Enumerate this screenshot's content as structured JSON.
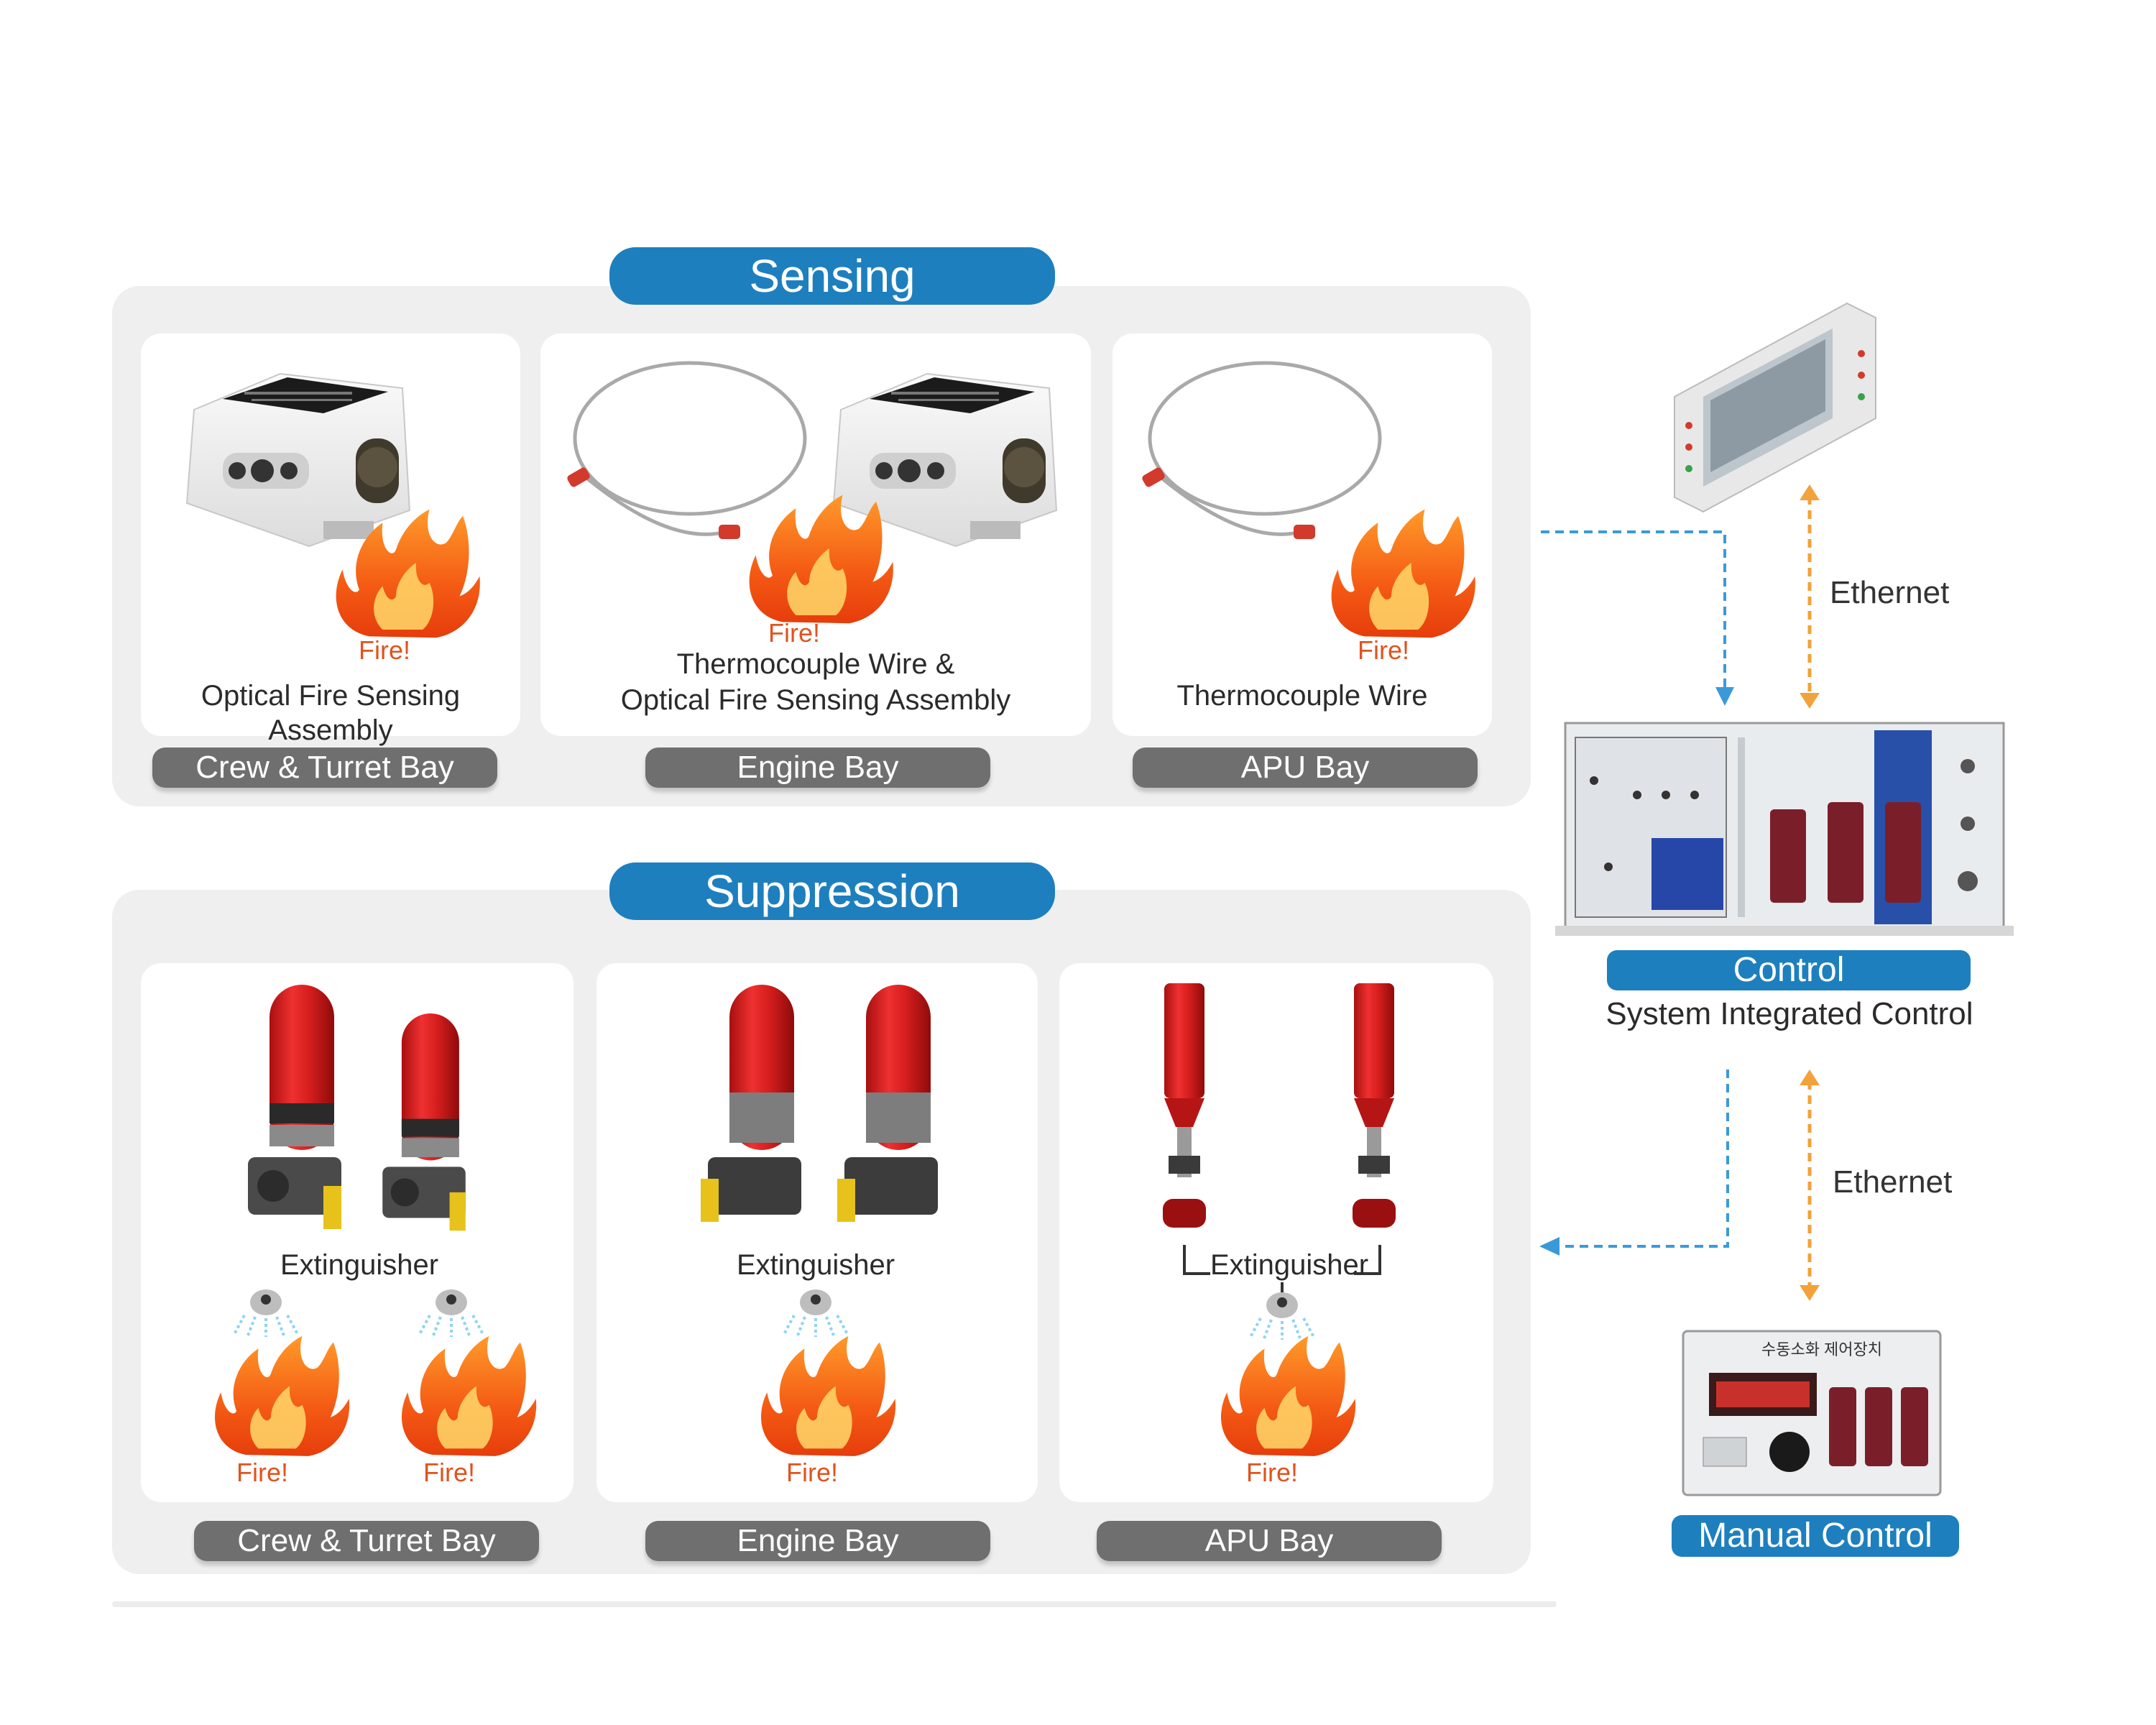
{
  "sensing": {
    "title": "Sensing",
    "cards": [
      {
        "fire": "Fire!",
        "caption_lines": [
          "Optical Fire Sensing Assembly"
        ],
        "bay": "Crew & Turret Bay"
      },
      {
        "fire": "Fire!",
        "caption_lines": [
          "Thermocouple Wire &",
          "Optical Fire Sensing Assembly"
        ],
        "bay": "Engine Bay"
      },
      {
        "fire": "Fire!",
        "caption_lines": [
          "Thermocouple Wire"
        ],
        "bay": "APU Bay"
      }
    ]
  },
  "suppression": {
    "title": "Suppression",
    "cards": [
      {
        "extinguisher": "Extinguisher",
        "fires": [
          "Fire!",
          "Fire!"
        ],
        "bay": "Crew & Turret Bay"
      },
      {
        "extinguisher": "Extinguisher",
        "fires": [
          "Fire!"
        ],
        "bay": "Engine Bay"
      },
      {
        "extinguisher": "Extinguisher",
        "fires": [
          "Fire!"
        ],
        "bay": "APU Bay"
      }
    ]
  },
  "control": {
    "title": "Control",
    "subtitle": "System Integrated Control",
    "ethernet_top": "Ethernet",
    "ethernet_bottom": "Ethernet",
    "manual_title": "Manual Control",
    "manual_panel_label": "수동소화 제어장치"
  },
  "colors": {
    "accent_blue": "#1e7fbe",
    "bay_gray": "#6f6f6f",
    "fire_orange": "#e0531e",
    "arrow_blue": "#3a9ad9",
    "arrow_orange": "#f2a23a",
    "extinguisher_red": "#d8231f"
  }
}
